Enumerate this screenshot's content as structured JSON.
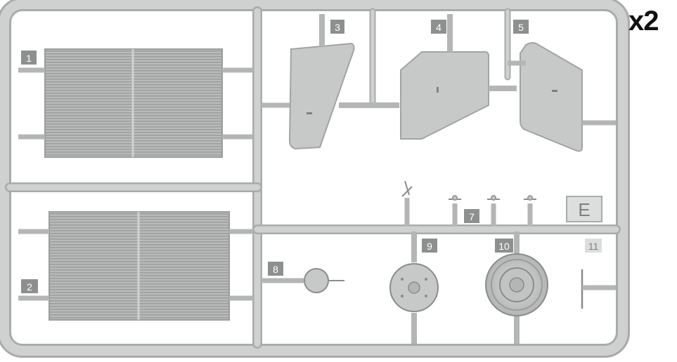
{
  "sprue": {
    "letter": "E",
    "multiplier": "x2",
    "part_numbers": [
      "1",
      "2",
      "3",
      "4",
      "5",
      "7",
      "8",
      "9",
      "10",
      "11"
    ],
    "colors": {
      "background": "#ffffff",
      "plastic": "#c9cbcb",
      "plastic_dark": "#a9abab",
      "plastic_light": "#dcdede",
      "label_box": "#8e9090",
      "label_text": "#ffffff"
    }
  }
}
